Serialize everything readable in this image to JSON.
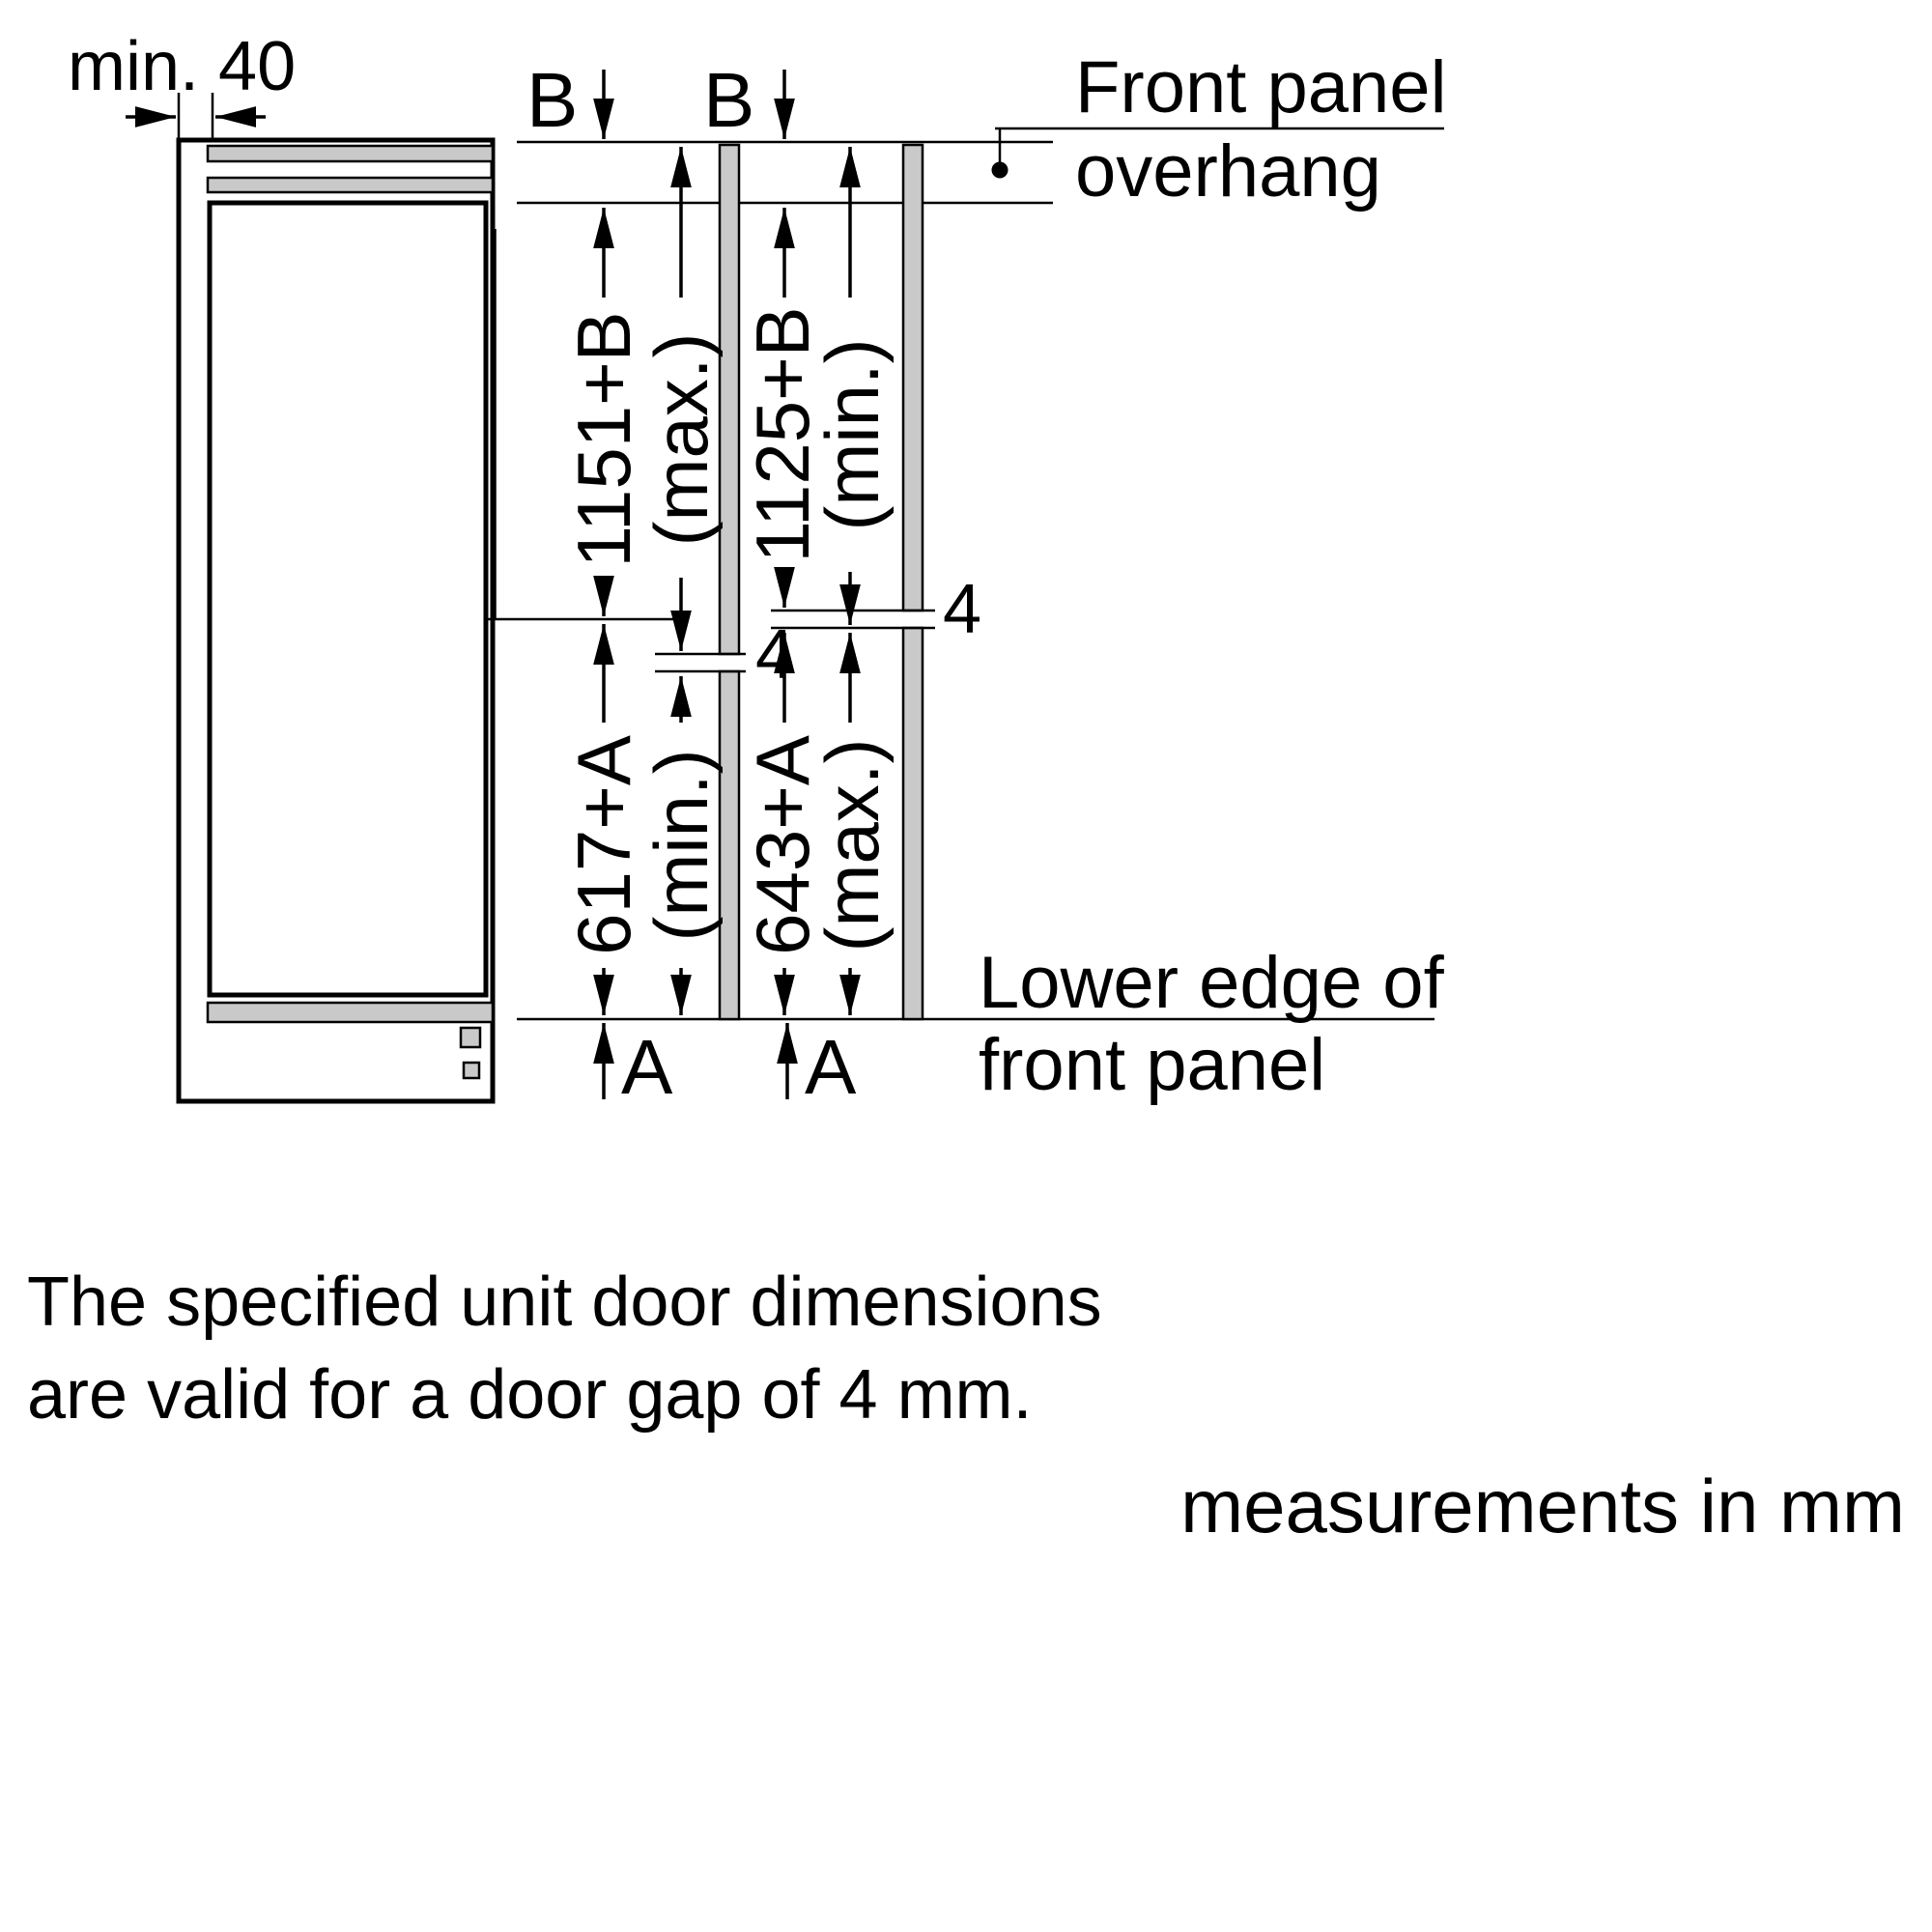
{
  "colors": {
    "ink": "#000000",
    "panel_gray": "#c9c9c9"
  },
  "top": {
    "min_clearance": "min. 40",
    "b1": "B",
    "b2": "B",
    "front_panel_line1": "Front panel",
    "front_panel_line2": "overhang"
  },
  "dims": {
    "upper_left": {
      "value": "1151+B",
      "qual": "(max.)"
    },
    "upper_right": {
      "value": "1125+B",
      "qual": "(min.)"
    },
    "lower_left": {
      "value": "617+A",
      "qual": "(min.)"
    },
    "lower_right": {
      "value": "643+A",
      "qual": "(max.)"
    },
    "gap_left": "4",
    "gap_right": "4",
    "a1": "A",
    "a2": "A"
  },
  "bottom": {
    "lower_edge_line1": "Lower edge of",
    "lower_edge_line2": "front panel"
  },
  "notes": {
    "line1": "The specified unit door dimensions",
    "line2": "are valid for a door gap of 4 mm.",
    "units": "measurements in mm"
  }
}
